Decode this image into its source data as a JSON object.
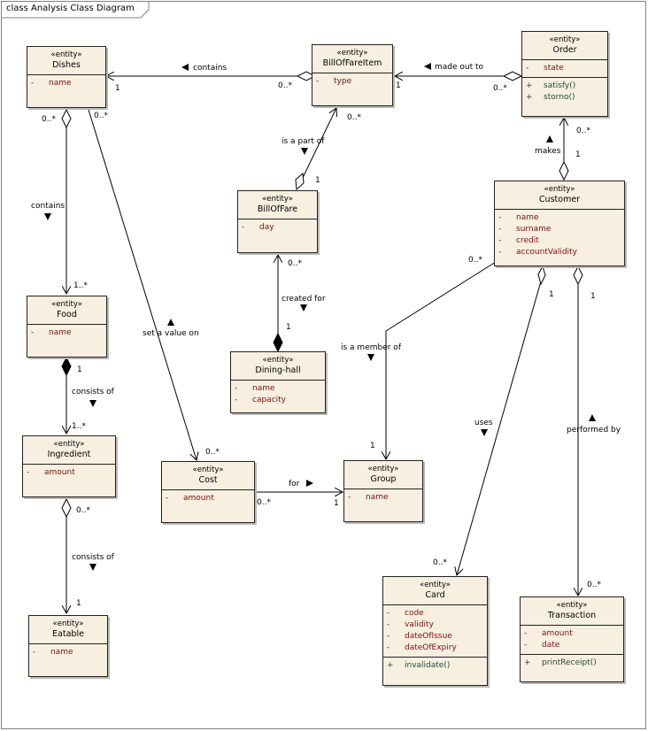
{
  "diagram": {
    "title": "class Analysis Class Diagram"
  },
  "stereotype": "«entity»",
  "classes": {
    "dishes": {
      "name": "Dishes",
      "attributes": [
        {
          "vis": "-",
          "name": "name"
        }
      ],
      "operations": []
    },
    "billoffareitem": {
      "name": "BillOfFareItem",
      "attributes": [
        {
          "vis": "-",
          "name": "type"
        }
      ],
      "operations": []
    },
    "order": {
      "name": "Order",
      "attributes": [
        {
          "vis": "-",
          "name": "state"
        }
      ],
      "operations": [
        {
          "vis": "+",
          "name": "satisfy()"
        },
        {
          "vis": "+",
          "name": "storno()"
        }
      ]
    },
    "billoffare": {
      "name": "BillOfFare",
      "attributes": [
        {
          "vis": "-",
          "name": "day"
        }
      ],
      "operations": []
    },
    "customer": {
      "name": "Customer",
      "attributes": [
        {
          "vis": "-",
          "name": "name"
        },
        {
          "vis": "-",
          "name": "surname"
        },
        {
          "vis": "-",
          "name": "credit"
        },
        {
          "vis": "-",
          "name": "accountValidity"
        }
      ],
      "operations": []
    },
    "food": {
      "name": "Food",
      "attributes": [
        {
          "vis": "-",
          "name": "name"
        }
      ],
      "operations": []
    },
    "dininghall": {
      "name": "Dining-hall",
      "attributes": [
        {
          "vis": "-",
          "name": "name"
        },
        {
          "vis": "-",
          "name": "capacity"
        }
      ],
      "operations": []
    },
    "ingredient": {
      "name": "Ingredient",
      "attributes": [
        {
          "vis": "-",
          "name": "amount"
        }
      ],
      "operations": []
    },
    "cost": {
      "name": "Cost",
      "attributes": [
        {
          "vis": "-",
          "name": "amount"
        }
      ],
      "operations": []
    },
    "group": {
      "name": "Group",
      "attributes": [
        {
          "vis": "-",
          "name": "name"
        }
      ],
      "operations": []
    },
    "eatable": {
      "name": "Eatable",
      "attributes": [
        {
          "vis": "-",
          "name": "name"
        }
      ],
      "operations": []
    },
    "card": {
      "name": "Card",
      "attributes": [
        {
          "vis": "-",
          "name": "code"
        },
        {
          "vis": "-",
          "name": "validity"
        },
        {
          "vis": "-",
          "name": "dateOfIssue"
        },
        {
          "vis": "-",
          "name": "dateOfExpiry"
        }
      ],
      "operations": [
        {
          "vis": "+",
          "name": "invalidate()"
        }
      ]
    },
    "transaction": {
      "name": "Transaction",
      "attributes": [
        {
          "vis": "-",
          "name": "amount"
        },
        {
          "vis": "-",
          "name": "date"
        }
      ],
      "operations": [
        {
          "vis": "+",
          "name": "printReceipt()"
        }
      ]
    }
  },
  "associations": {
    "contains_dishes_item": {
      "label": "contains",
      "end1": "1",
      "end2": "0..*"
    },
    "made_out_to": {
      "label": "made out to",
      "end1": "1",
      "end2": "0..*"
    },
    "is_part_of": {
      "label": "is a part of",
      "end1": "0..*",
      "end2": "1"
    },
    "makes": {
      "label": "makes",
      "end1": "0..*",
      "end2": "1"
    },
    "contains_food": {
      "label": "contains",
      "end1": "0..*",
      "end2": "1..*"
    },
    "set_value_on": {
      "label": "set a value on",
      "end1": "0..*",
      "end2": "0..*"
    },
    "created_for": {
      "label": "created for",
      "end1": "0..*",
      "end2": "1"
    },
    "member_of": {
      "label": "is a member of",
      "end1": "0..*",
      "end2": "1"
    },
    "uses": {
      "label": "uses",
      "end1": "1",
      "end2": "0..*"
    },
    "performed_by": {
      "label": "performed by",
      "end1": "1",
      "end2": "0..*"
    },
    "consists_food": {
      "label": "consists of",
      "end1": "1",
      "end2": "1..*"
    },
    "for": {
      "label": "for",
      "end1": "0..*",
      "end2": "1"
    },
    "consists_ing": {
      "label": "consists of",
      "end1": "0..*",
      "end2": "1"
    }
  }
}
